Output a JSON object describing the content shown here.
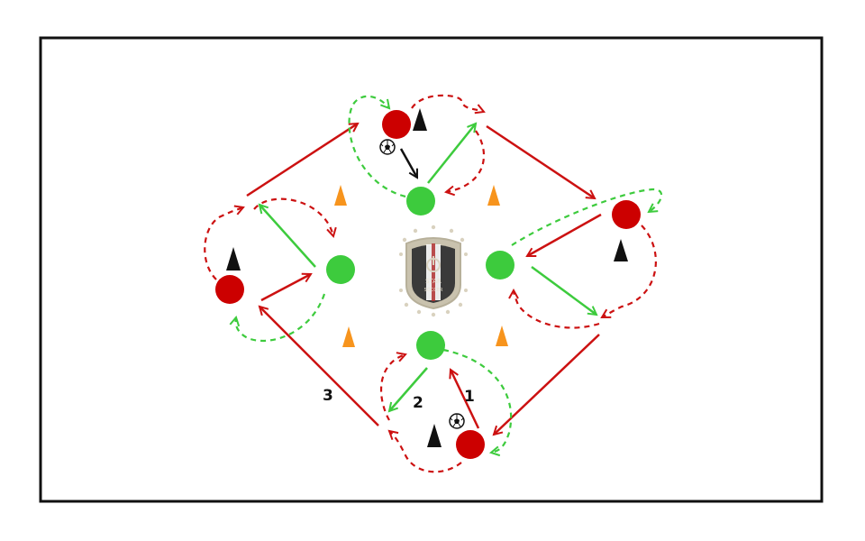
{
  "colors": {
    "field_border": "#111111",
    "red_player": "#cc0000",
    "green_player": "#3dcb3d",
    "red_arrow": "#cc1111",
    "green_arrow": "#3dcb3d",
    "cone": "#f7941d",
    "black_cone": "#111111",
    "ball_move": "#111111"
  },
  "icons": {
    "ball": "soccer-ball-icon",
    "cone": "cone-icon",
    "pole": "pole-icon",
    "logo": "club-crest-icon"
  },
  "step_labels": [
    "1",
    "2",
    "3"
  ],
  "logo": {
    "text_line1": "STAR",
    "text_line2": "SOCCER"
  }
}
